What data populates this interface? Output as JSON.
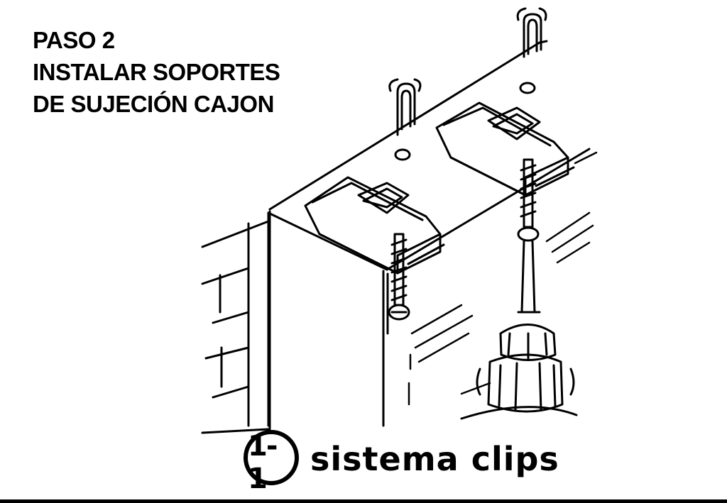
{
  "heading": {
    "line1": "PASO 2",
    "line2": "INSTALAR SOPORTES",
    "line3": "DE SUJECIÓN CAJON"
  },
  "figure": {
    "badge_label": "1-1",
    "caption": "sistema clips"
  },
  "colors": {
    "ink": "#000000",
    "paper": "#ffffff"
  }
}
